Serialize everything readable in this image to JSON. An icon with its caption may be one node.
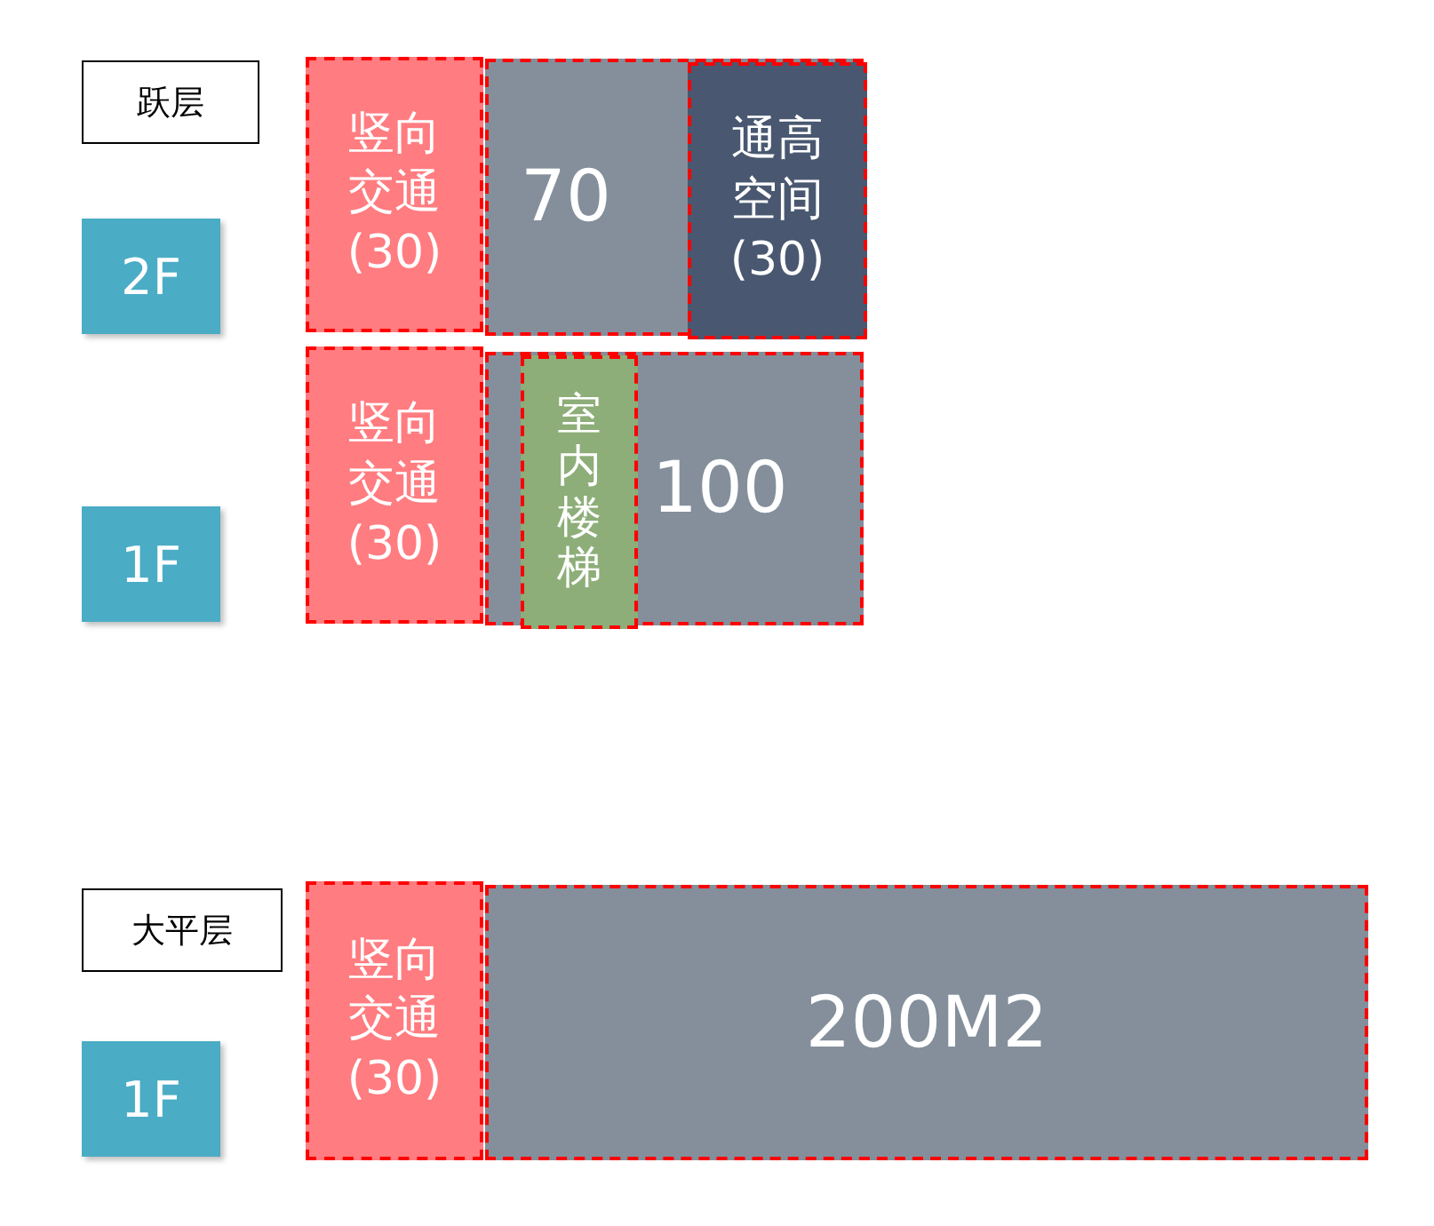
{
  "diagram": {
    "nodes": [
      {
        "text": [
          "跃层"
        ]
      },
      {
        "text": [
          "2F"
        ]
      },
      {
        "text": [
          "1F"
        ]
      },
      {
        "text": [
          "竖向交通(30)"
        ]
      },
      {
        "text": [
          "70"
        ]
      },
      {
        "text": [
          "通高空间(30)"
        ],
        "in": 4
      },
      {
        "text": [
          "竖向交通(30)"
        ]
      },
      {
        "text": [
          "100"
        ]
      },
      {
        "text": [
          "室内楼梯"
        ],
        "in": 7
      },
      {
        "text": [
          "大平层"
        ]
      },
      {
        "text": [
          "1F"
        ]
      },
      {
        "text": [
          "竖向交通(30)"
        ]
      },
      {
        "text": [
          "200M2"
        ]
      }
    ]
  }
}
